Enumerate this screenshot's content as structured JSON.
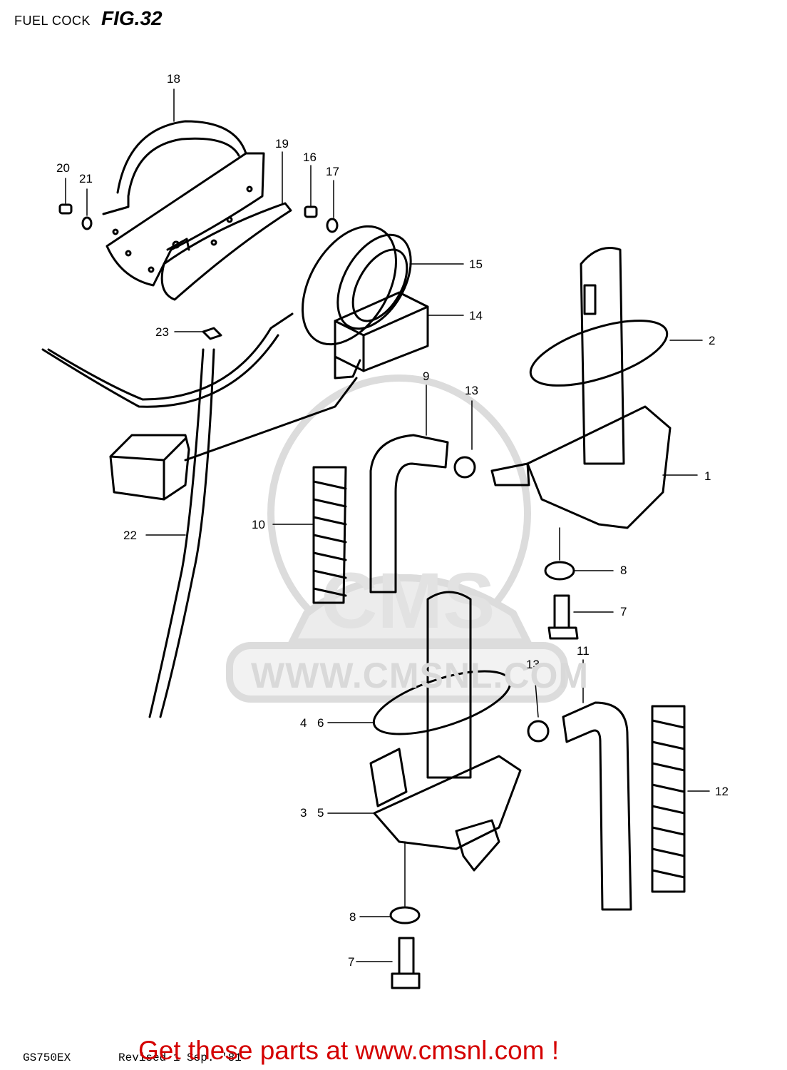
{
  "header": {
    "title": "FUEL COCK",
    "figure": "FIG.32"
  },
  "footer": {
    "model": "GS750EX",
    "revision": "Revised 1 Sep. '81",
    "link_text": "Get these parts at www.cmsnl.com !"
  },
  "watermark": {
    "text": "WWW.CMSNL.COM",
    "logo_text": "CMS"
  },
  "callouts": [
    "1",
    "2",
    "3",
    "4",
    "5",
    "6",
    "7",
    "7",
    "8",
    "8",
    "9",
    "10",
    "11",
    "12",
    "13",
    "13",
    "14",
    "15",
    "16",
    "17",
    "18",
    "19",
    "20",
    "21",
    "22",
    "23"
  ],
  "colors": {
    "ink": "#000000",
    "link": "#d40000",
    "watermark": "#d9d9d9",
    "background": "#ffffff"
  }
}
